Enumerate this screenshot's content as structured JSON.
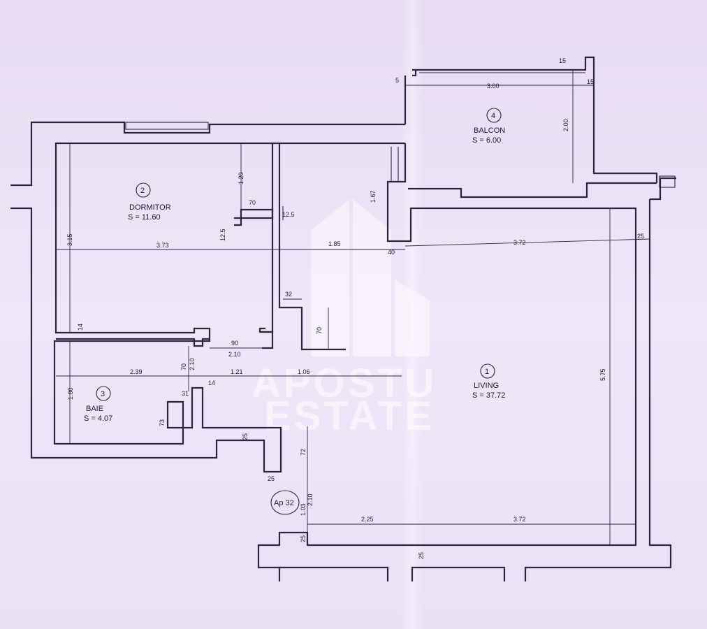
{
  "rooms": [
    {
      "number": "1",
      "name": "LIVING",
      "area": "S = 37.72"
    },
    {
      "number": "2",
      "name": "DORMITOR",
      "area": "S = 11.60"
    },
    {
      "number": "3",
      "name": "BAIE",
      "area": "S = 4.07"
    },
    {
      "number": "4",
      "name": "BALCON",
      "area": "S = 6.00"
    }
  ],
  "apartment_label": "Ap 32",
  "watermark": {
    "line1": "APOSTU",
    "line2": "ESTATE"
  },
  "dimensions": {
    "balcon_width": "3.00",
    "balcon_depth": "2.00",
    "balcon_wall_top": "15",
    "balcon_wall_right": "15",
    "balcon_wall_left": "5",
    "dormitor_width": "3.73",
    "dormitor_height": "3.15",
    "dormitor_upper": "1.20",
    "niche_width": "70",
    "niche_depth_a": "12.5",
    "niche_depth_b": "12.5",
    "hall_width": "1.85",
    "hall_upper": "1.67",
    "hall_offset": "40",
    "living_width_top": "3.72",
    "living_wall_right": "25",
    "living_height": "5.75",
    "living_width_bottom": "3.72",
    "hall_bottom_width": "2.25",
    "partition_32": "32",
    "partition_70": "70",
    "door_width_90": "90",
    "door_height_210": "2.10",
    "wall_14_a": "14",
    "wall_14_b": "14",
    "baie_width": "2.39",
    "baie_height": "1.80",
    "baie_door_70": "70",
    "baie_door_210": "2.10",
    "corridor_121": "1.21",
    "corridor_106": "1.06",
    "baie_31": "31",
    "baie_73": "73",
    "entry_25_a": "25",
    "entry_25_b": "25",
    "entry_72": "72",
    "entry_103": "1.03",
    "entry_210": "2.10",
    "bottom_25_a": "25",
    "bottom_25_b": "25"
  }
}
